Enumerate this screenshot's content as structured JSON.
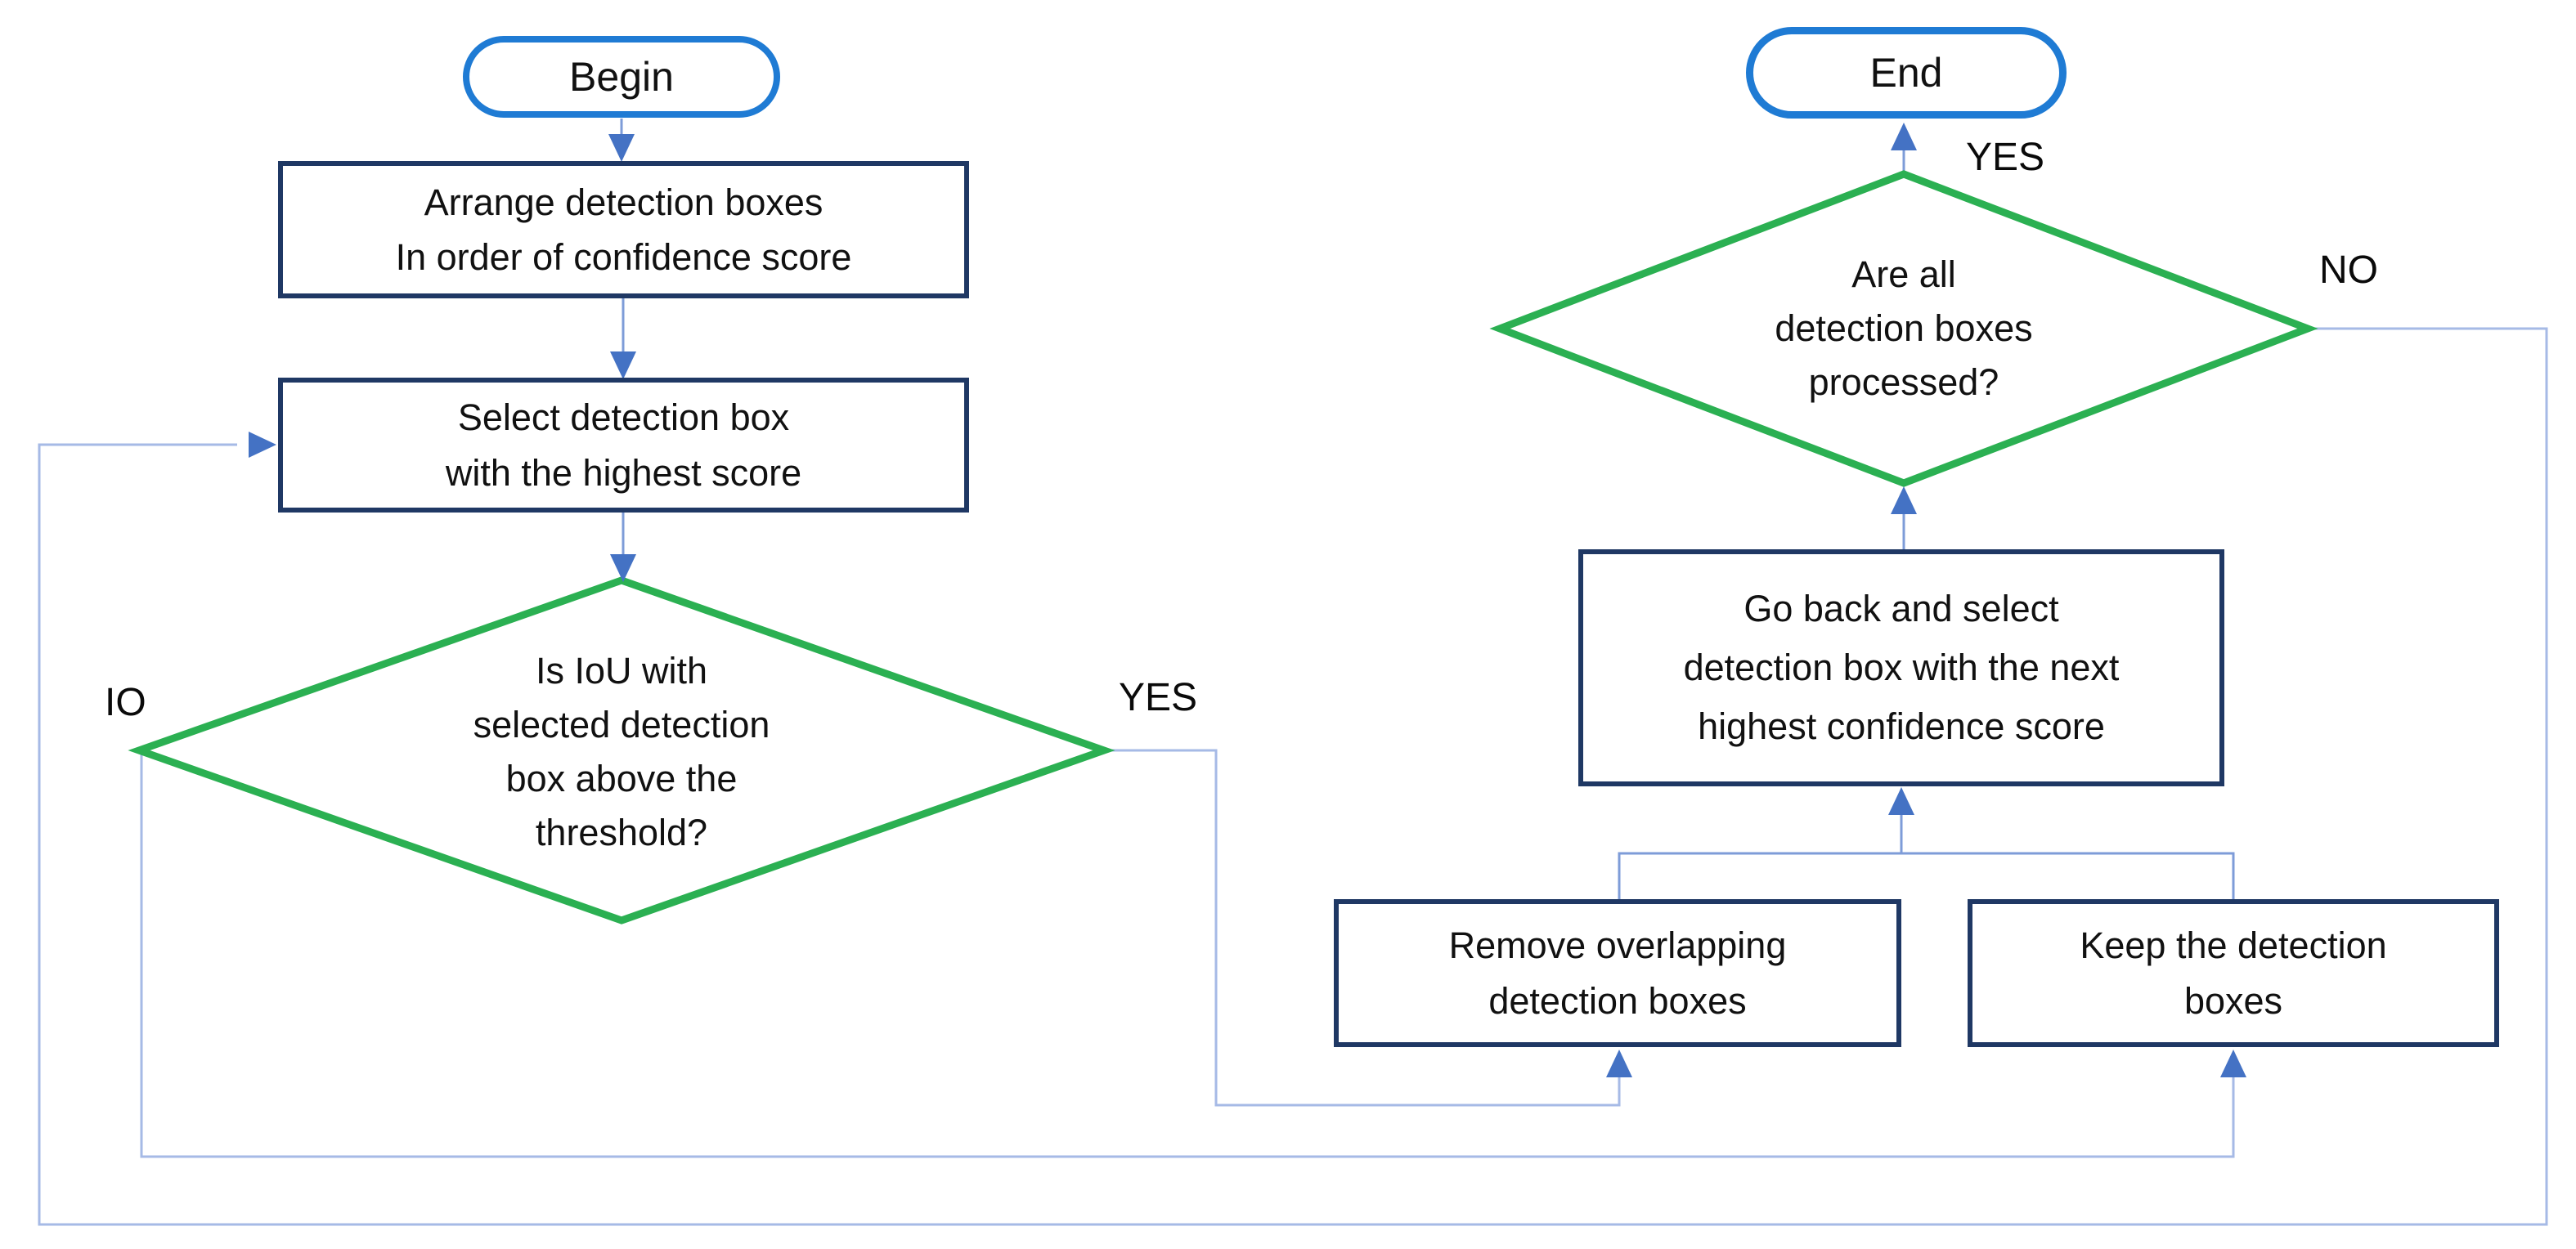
{
  "colors": {
    "terminal_border": "#1f7bd4",
    "process_border": "#1f3864",
    "decision_border": "#2bb052",
    "connector": "#7e9cd8",
    "connector_light": "#a6bae6",
    "arrowhead": "#4472c4",
    "text": "#111111"
  },
  "diagram": {
    "title": "Non-maximum suppression flowchart",
    "nodes": {
      "begin": {
        "type": "terminal",
        "label": "Begin"
      },
      "arrange": {
        "type": "process",
        "label": "Arrange detection boxes\nIn order of confidence score"
      },
      "select": {
        "type": "process",
        "label": "Select detection box\nwith the highest score"
      },
      "iou_decision": {
        "type": "decision",
        "label": "Is IoU with\nselected detection\nbox above the\nthreshold?"
      },
      "remove": {
        "type": "process",
        "label": "Remove overlapping\ndetection boxes"
      },
      "keep": {
        "type": "process",
        "label": "Keep the detection\nboxes"
      },
      "goback": {
        "type": "process",
        "label": "Go back and select\ndetection box with the next\nhighest confidence score"
      },
      "processed_decision": {
        "type": "decision",
        "label": "Are all\ndetection boxes\nprocessed?"
      },
      "end": {
        "type": "terminal",
        "label": "End"
      }
    },
    "edge_labels": {
      "iou_no": "IO",
      "iou_yes": "YES",
      "processed_yes": "YES",
      "processed_no": "NO"
    },
    "edges": [
      {
        "from": "begin",
        "to": "arrange"
      },
      {
        "from": "arrange",
        "to": "select"
      },
      {
        "from": "select",
        "to": "iou_decision"
      },
      {
        "from": "iou_decision",
        "to": "remove",
        "label": "YES"
      },
      {
        "from": "iou_decision",
        "to": "keep",
        "label": "IO"
      },
      {
        "from": "remove",
        "to": "goback"
      },
      {
        "from": "keep",
        "to": "goback"
      },
      {
        "from": "goback",
        "to": "processed_decision"
      },
      {
        "from": "processed_decision",
        "to": "end",
        "label": "YES"
      },
      {
        "from": "processed_decision",
        "to": "select",
        "label": "NO"
      }
    ]
  }
}
